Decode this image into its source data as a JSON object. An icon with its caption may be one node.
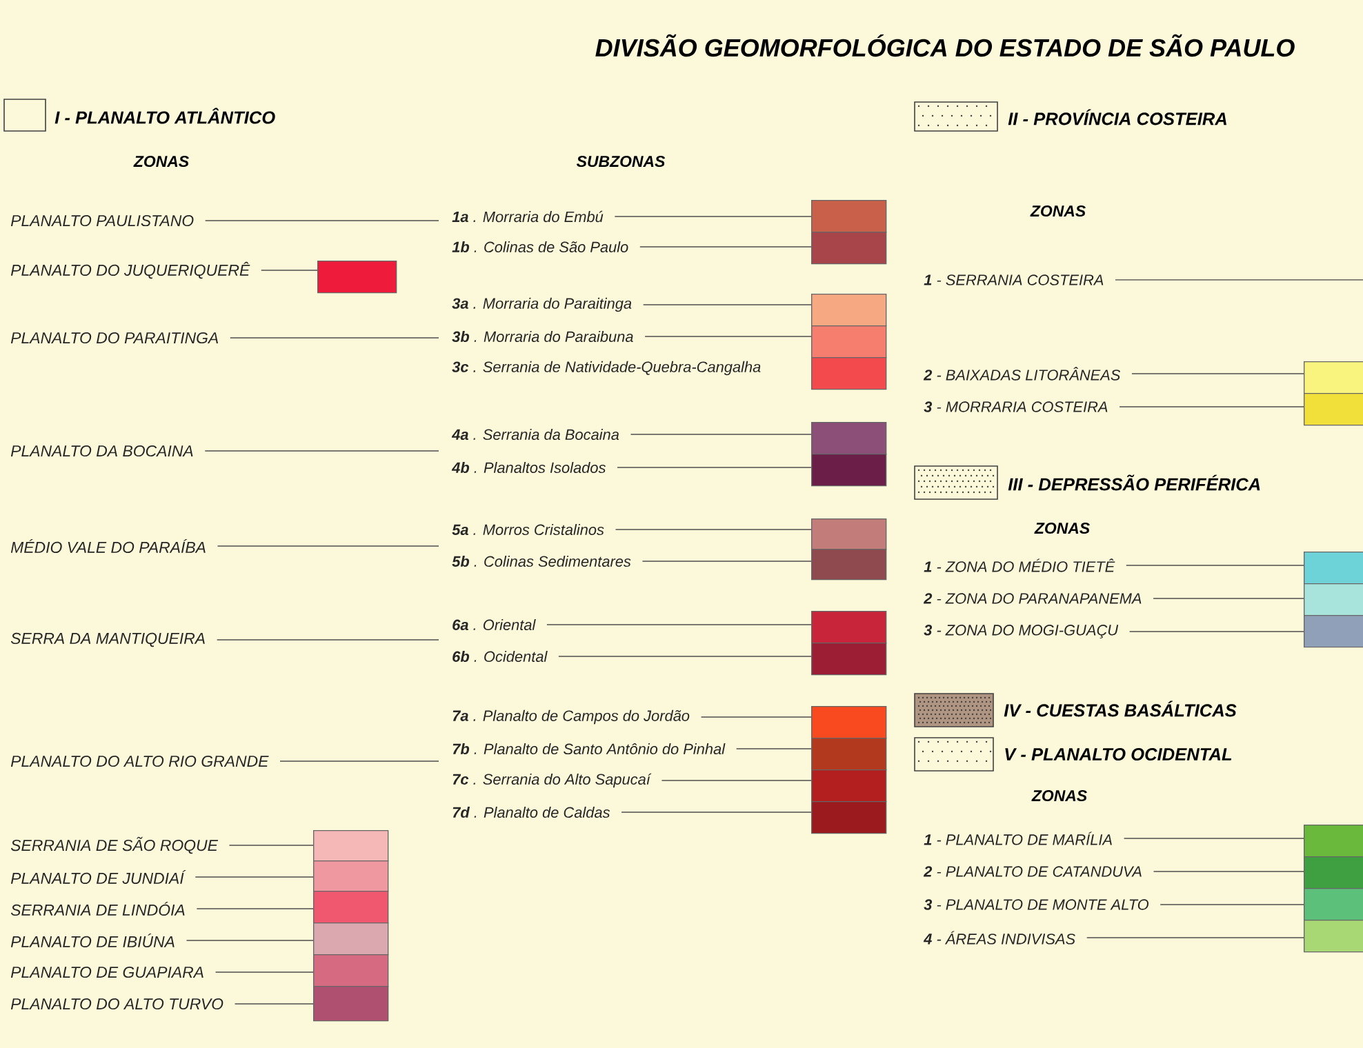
{
  "diagram": {
    "title": "DIVISÃO GEOMORFOLÓGICA DO ESTADO DE SÃO PAULO",
    "nodes": [
      {
        "text": [
          "PLANALTO PAULISTANO"
        ]
      },
      {
        "text": [
          "PLANALTO DO JUQUERIQUERÊ"
        ]
      },
      {
        "text": [],
        "shape": "box"
      },
      {
        "text": [
          "PLANALTO DO PARAITINGA"
        ]
      },
      {
        "text": [
          "PLANALTO DA BOCAINA"
        ]
      },
      {
        "text": [
          "MÉDIO VALE DO PARAÍBA"
        ]
      },
      {
        "text": [
          "SERRA DA MANTIQUEIRA"
        ]
      },
      {
        "text": [
          "PLANALTO DO ALTO RIO GRANDE"
        ]
      },
      {
        "text": [
          "**1a** . Morraria do Embú"
        ]
      },
      {
        "text": [],
        "shape": "box"
      },
      {
        "text": [
          "**1b** . Colinas de São Paulo"
        ]
      },
      {
        "text": [],
        "shape": "box"
      },
      {
        "text": [
          "**3a** . Morraria do Paraitinga"
        ]
      },
      {
        "text": [],
        "shape": "box"
      },
      {
        "text": [
          "**3b** . Morraria do Paraibuna"
        ]
      },
      {
        "text": [],
        "shape": "box"
      },
      {
        "text": [
          "**3c** . Serrania de Natividade-Quebra-Cangalha"
        ]
      },
      {
        "text": [],
        "shape": "box"
      },
      {
        "text": [
          "**4a** . Serrania da Bocaina"
        ]
      },
      {
        "text": [],
        "shape": "box"
      },
      {
        "text": [
          "**4b** . Planaltos Isolados"
        ]
      },
      {
        "text": [],
        "shape": "box"
      },
      {
        "text": [
          "**5a** . Morros Cristalinos"
        ]
      },
      {
        "text": [],
        "shape": "box"
      },
      {
        "text": [
          "**5b** . Colinas Sedimentares"
        ]
      },
      {
        "text": [],
        "shape": "box"
      },
      {
        "text": [
          "**6a** . Oriental"
        ]
      },
      {
        "text": [],
        "shape": "box"
      },
      {
        "text": [
          "**6b** . Ocidental"
        ]
      },
      {
        "text": [],
        "shape": "box"
      },
      {
        "text": [
          "**7a** . Planalto de Campos do Jordão"
        ]
      },
      {
        "text": [],
        "shape": "box"
      },
      {
        "text": [
          "**7b** . Planalto de Santo Antônio do Pinhal"
        ]
      },
      {
        "text": [],
        "shape": "box"
      },
      {
        "text": [
          "**7c** . Serrania do Alto Sapucaí"
        ]
      },
      {
        "text": [],
        "shape": "box"
      },
      {
        "text": [
          "**7d** . Planalto de Caldas"
        ]
      },
      {
        "text": [],
        "shape": "box"
      },
      {
        "text": [
          "SERRANIA DE SÃO ROQUE"
        ]
      },
      {
        "text": [],
        "shape": "box"
      },
      {
        "text": [
          "PLANALTO DE JUNDIAÍ"
        ]
      },
      {
        "text": [],
        "shape": "box"
      },
      {
        "text": [
          "SERRANIA DE LINDÓIA"
        ]
      },
      {
        "text": [],
        "shape": "box"
      },
      {
        "text": [
          "PLANALTO DE IBIÚNA"
        ]
      },
      {
        "text": [],
        "shape": "box"
      },
      {
        "text": [
          "PLANALTO DE GUAPIARA"
        ]
      },
      {
        "text": [],
        "shape": "box"
      },
      {
        "text": [
          "PLANALTO DO ALTO TURVO"
        ]
      },
      {
        "text": [],
        "shape": "box"
      },
      {
        "text": [
          "**1** - SERRANIA COSTEIRA"
        ]
      },
      {
        "text": [
          "**2** - BAIXADAS LITORÂNEAS"
        ]
      },
      {
        "text": [],
        "shape": "box"
      },
      {
        "text": [
          "**3** - MORRARIA COSTEIRA"
        ]
      },
      {
        "text": [],
        "shape": "box"
      },
      {
        "text": [
          "**1** - ZONA DO MÉDIO TIETÊ"
        ]
      },
      {
        "text": [],
        "shape": "box"
      },
      {
        "text": [
          "**2** - ZONA DO PARANAPANEMA"
        ]
      },
      {
        "text": [],
        "shape": "box"
      },
      {
        "text": [
          "**3** - ZONA DO MOGI-GUAÇU"
        ]
      },
      {
        "text": [],
        "shape": "box"
      },
      {
        "text": [
          "**1** - PLANALTO DE MARÍLIA"
        ]
      },
      {
        "text": [],
        "shape": "box"
      },
      {
        "text": [
          "**2** - PLANALTO DE CATANDUVA"
        ]
      },
      {
        "text": [],
        "shape": "box"
      },
      {
        "text": [
          "**3** - PLANALTO DE MONTE ALTO"
        ]
      },
      {
        "text": [],
        "shape": "box"
      },
      {
        "text": [
          "**4** - ÁREAS INDIVISAS"
        ]
      },
      {
        "text": [],
        "shape": "box"
      }
    ],
    "edges": [
      {
        "from": 0,
        "to": 8,
        "arrow": "none"
      },
      {
        "from": 1,
        "to": 2,
        "arrow": "none"
      },
      {
        "from": 3,
        "to": 14,
        "arrow": "none"
      },
      {
        "from": 4,
        "to": 20,
        "arrow": "none"
      },
      {
        "from": 5,
        "to": 22,
        "arrow": "none"
      },
      {
        "from": 6,
        "to": 26,
        "arrow": "none"
      },
      {
        "from": 7,
        "to": 34,
        "arrow": "none"
      },
      {
        "from": 8,
        "to": 9,
        "arrow": "none"
      },
      {
        "from": 10,
        "to": 11,
        "arrow": "none"
      },
      {
        "from": 12,
        "to": 13,
        "arrow": "none"
      },
      {
        "from": 14,
        "to": 15,
        "arrow": "none"
      },
      {
        "from": 18,
        "to": 19,
        "arrow": "none"
      },
      {
        "from": 20,
        "to": 21,
        "arrow": "none"
      },
      {
        "from": 22,
        "to": 23,
        "arrow": "none"
      },
      {
        "from": 24,
        "to": 25,
        "arrow": "none"
      },
      {
        "from": 26,
        "to": 27,
        "arrow": "none"
      },
      {
        "from": 28,
        "to": 29,
        "arrow": "none"
      },
      {
        "from": 30,
        "to": 31,
        "arrow": "none"
      },
      {
        "from": 32,
        "to": 33,
        "arrow": "none"
      },
      {
        "from": 34,
        "to": 35,
        "arrow": "none"
      },
      {
        "from": 36,
        "to": 37,
        "arrow": "none"
      },
      {
        "from": 38,
        "to": 39,
        "arrow": "none"
      },
      {
        "from": 40,
        "to": 41,
        "arrow": "none"
      },
      {
        "from": 42,
        "to": 43,
        "arrow": "none"
      },
      {
        "from": 44,
        "to": 45,
        "arrow": "none"
      },
      {
        "from": 46,
        "to": 47,
        "arrow": "none"
      },
      {
        "from": 48,
        "to": 49,
        "arrow": "none"
      },
      {
        "from": 50,
        "to": null,
        "arrow": "none"
      },
      {
        "from": 51,
        "to": 52,
        "arrow": "none"
      },
      {
        "from": 53,
        "to": 54,
        "arrow": "none"
      },
      {
        "from": 55,
        "to": 56,
        "arrow": "none"
      },
      {
        "from": 57,
        "to": 58,
        "arrow": "none"
      },
      {
        "from": 59,
        "to": 60,
        "arrow": "none"
      },
      {
        "from": 61,
        "to": 62,
        "arrow": "none"
      },
      {
        "from": 63,
        "to": 64,
        "arrow": "none"
      },
      {
        "from": 65,
        "to": 66,
        "arrow": "none"
      },
      {
        "from": 67,
        "to": 68,
        "arrow": "none"
      }
    ],
    "labels": [
      "ZONAS",
      "SUBZONAS",
      "ZONAS",
      "ZONAS",
      "ZONAS"
    ],
    "legend": [
      {
        "text": "I - PLANALTO ATLÂNTICO"
      },
      {
        "text": "II - PROVÍNCIA COSTEIRA"
      },
      {
        "text": "III - DEPRESSÃO PERIFÉRICA"
      },
      {
        "text": "IV - CUESTAS BASÁLTICAS"
      },
      {
        "text": "V - PLANALTO OCIDENTAL"
      }
    ]
  }
}
